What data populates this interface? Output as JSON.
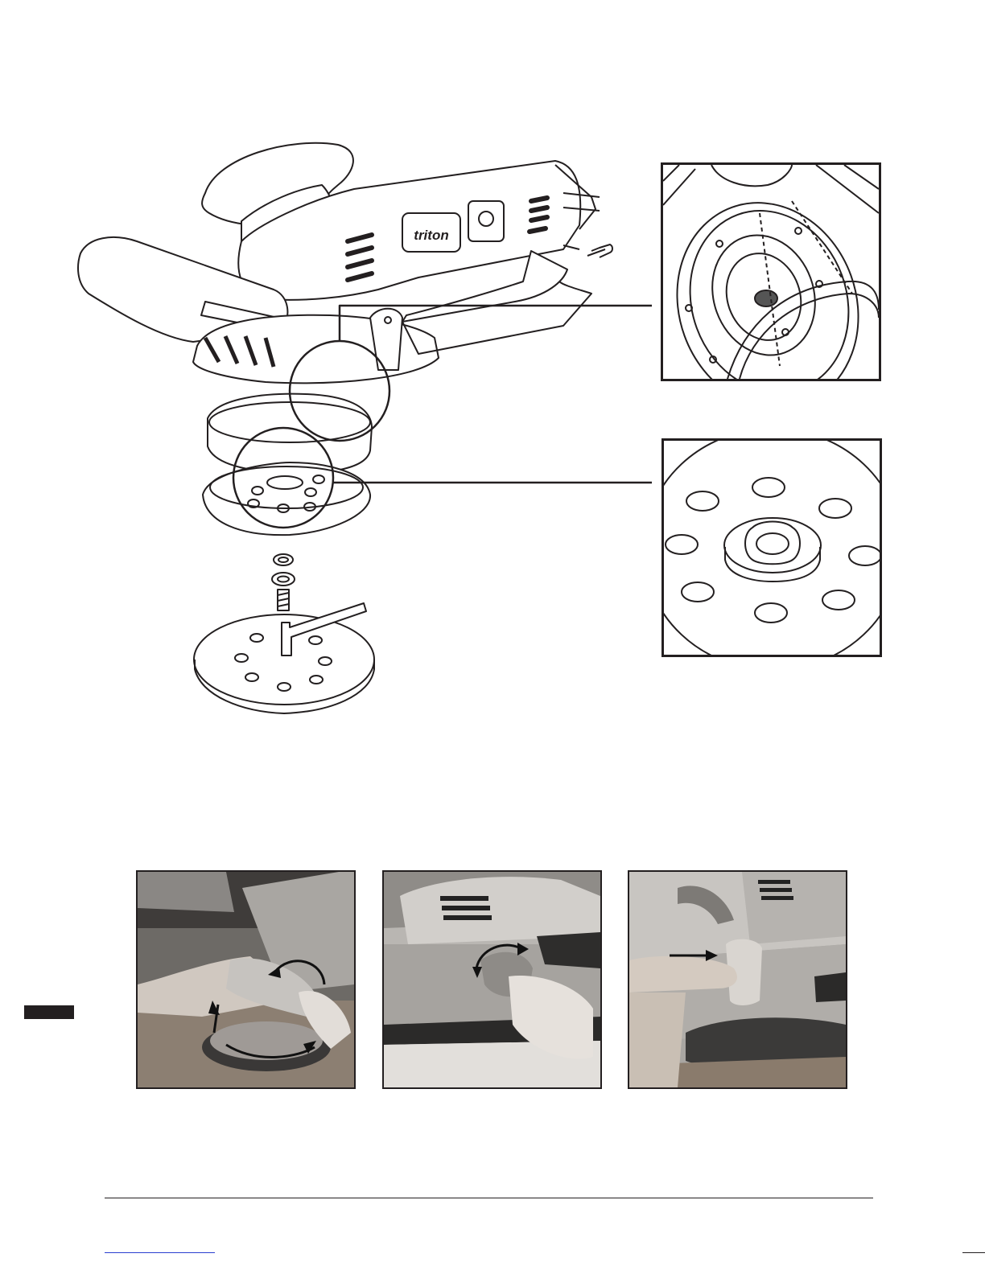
{
  "brand": {
    "logo_text": "triton"
  },
  "figures": {
    "exploded_view": {
      "desc_name": "sander-exploded-view"
    },
    "inset_top": {
      "desc_name": "base-flange-detail"
    },
    "inset_bottom": {
      "desc_name": "pad-holes-detail"
    }
  },
  "photos": [
    {
      "name": "photo-rotate-collar"
    },
    {
      "name": "photo-turn-extraction-port"
    },
    {
      "name": "photo-press-release-button"
    }
  ],
  "colors": {
    "ink": "#231f20",
    "link": "#2a3fd0",
    "tab": "#231f20"
  }
}
